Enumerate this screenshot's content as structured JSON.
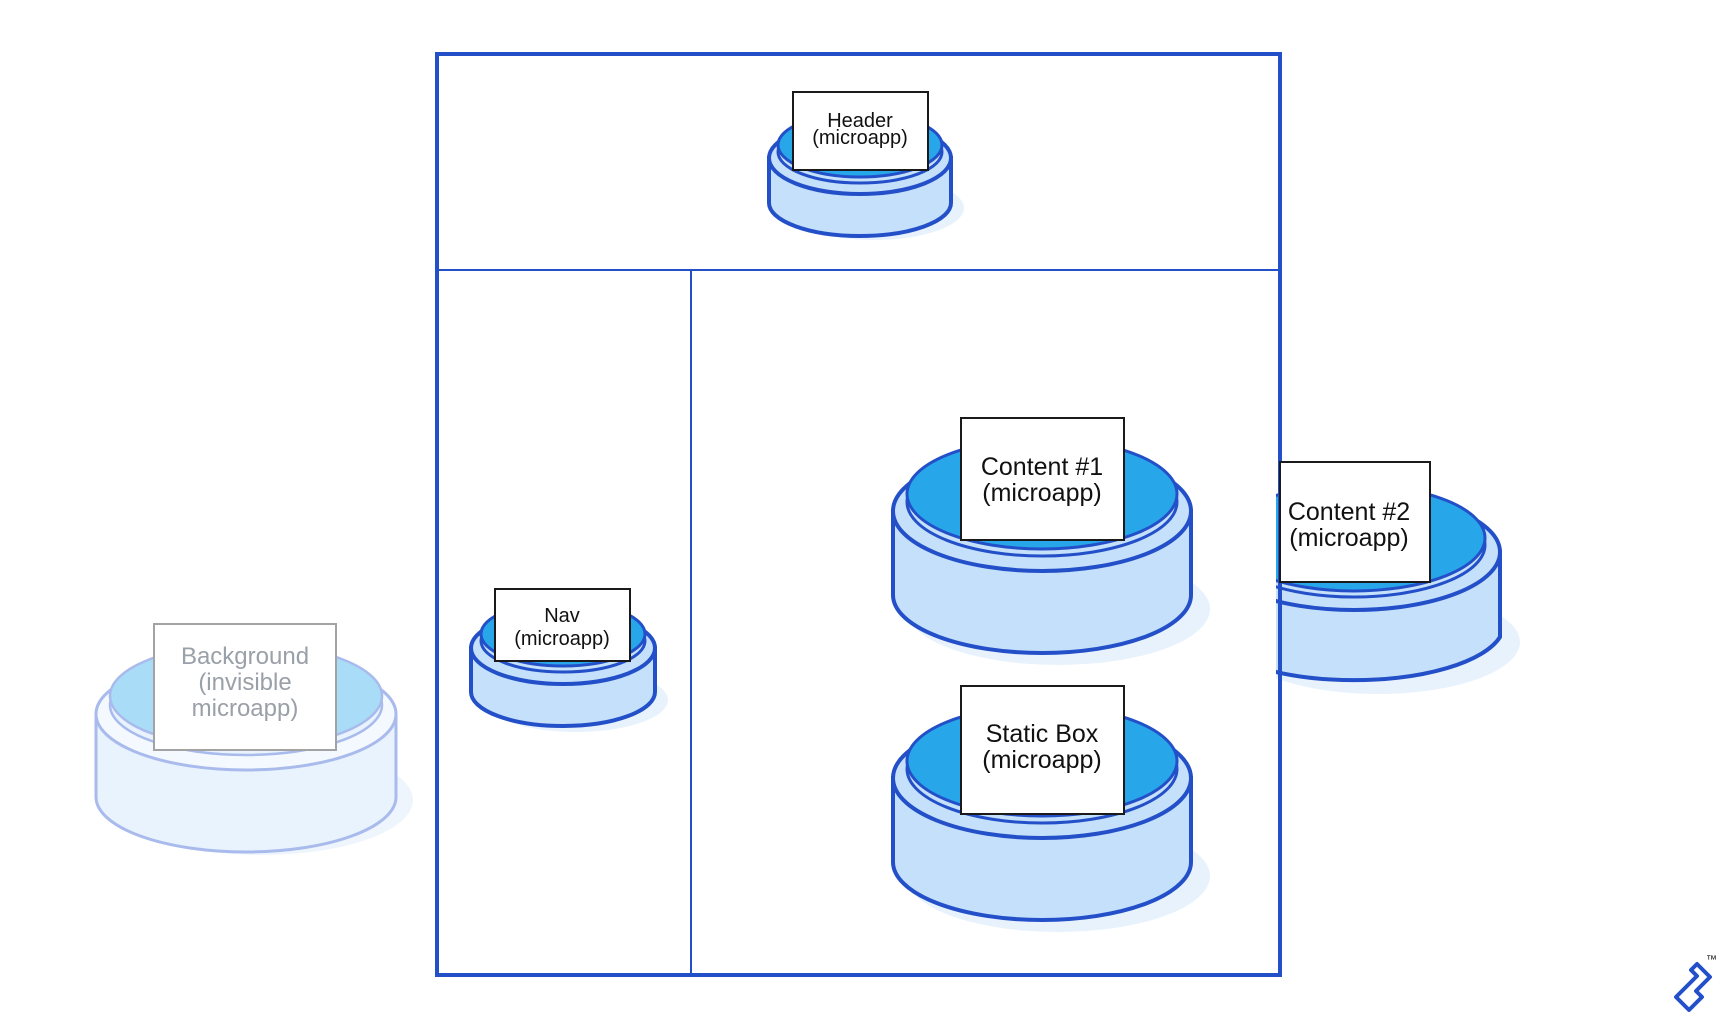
{
  "colors": {
    "frame": "#2350c8",
    "cylinder_fill": "#c5e0fb",
    "cylinder_top": "#27a7ea",
    "shadow": "#e8f2fd",
    "ghost_stroke": "#a9baec",
    "ghost_fill": "#e8f3fd",
    "ghost_top": "#a9dcf6",
    "card_border": "#1a1a1a",
    "ghost_card_border": "#a3a3a3"
  },
  "nodes": {
    "header": {
      "line1": "Header",
      "line2": "(microapp)"
    },
    "nav": {
      "line1": "Nav",
      "line2": "(microapp)"
    },
    "content1": {
      "line1": "Content #1",
      "line2": "(microapp)"
    },
    "content2": {
      "line1": "Content #2",
      "line2": "(microapp)"
    },
    "static_box": {
      "line1": "Static Box",
      "line2": "(microapp)"
    },
    "background": {
      "line1": "Background",
      "line2": "(invisible",
      "line3": "microapp)"
    }
  },
  "logo": {
    "icon": "toptal-logo-icon",
    "trademark": "™"
  }
}
